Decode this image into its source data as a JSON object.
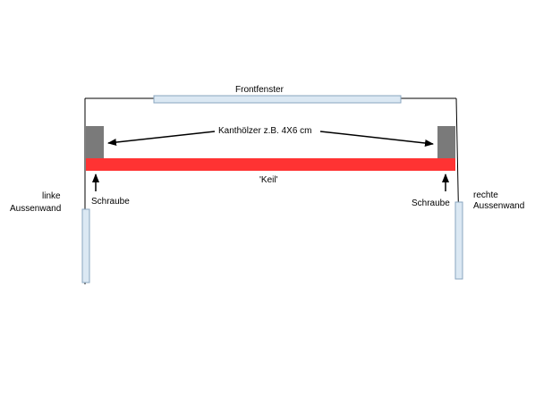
{
  "labels": {
    "front_window": "Frontfenster",
    "timber": "Kanthölzer z.B.  4X6 cm",
    "wedge": "'Keil'",
    "screw_left": "Schraube",
    "screw_right": "Schraube",
    "left_wall_line1": "linke",
    "left_wall_line2": "Aussenwand",
    "right_wall_line1": "rechte",
    "right_wall_line2": "Aussenwand"
  },
  "colors": {
    "background": "#ffffff",
    "glass_fill": "#dbe8f3",
    "glass_stroke": "#8aa6bf",
    "timber_fill": "#7a7a7a",
    "wedge_fill": "#ff3333",
    "line": "#000000"
  }
}
